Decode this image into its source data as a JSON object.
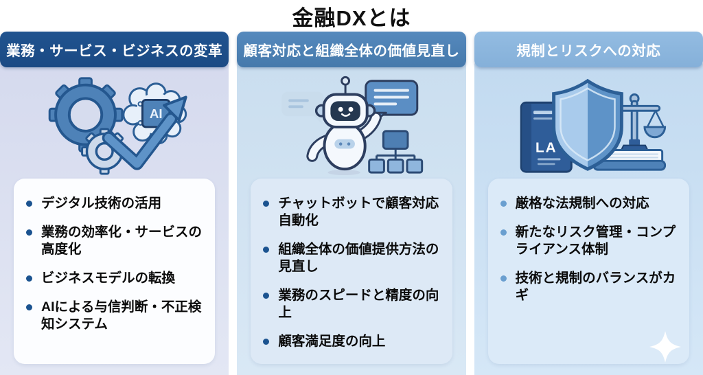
{
  "title": "金融DXとは",
  "columns": [
    {
      "header": "業務・サービス・ビジネスの変革",
      "illustration": "gears-ai-chip-growth-arrow",
      "ai_chip_label": "AI",
      "bullets": [
        "デジタル技術の活用",
        "業務の効率化・サービスの高度化",
        "ビジネスモデルの転換",
        "AIによる与信判断・不正検知システム"
      ]
    },
    {
      "header": "顧客対応と組織全体の価値見直し",
      "illustration": "chatbot-speech-bubbles-org-chart",
      "bullets": [
        "チャットボットで顧客対応自動化",
        "組織全体の価値提供方法の見直し",
        "業務のスピードと精度の向上",
        "顧客満足度の向上"
      ]
    },
    {
      "header": "規制とリスクへの対応",
      "illustration": "law-book-shield-justice-scales",
      "law_book_label": "LA",
      "bullets": [
        "厳格な法規制への対応",
        "新たなリスク管理・コンプライアンス体制",
        "技術と規制のバランスがカギ"
      ]
    }
  ],
  "colors": {
    "header_1": "#1d4d8a",
    "header_2": "#4d83b7",
    "header_3": "#8cb7de",
    "panel_1": "#dadef0",
    "panel_2": "#cfe0f0",
    "panel_3": "#c7def2",
    "card_1": "#fcfdff",
    "card_2": "#dde9f6",
    "card_3": "#dbeaf8",
    "bullet_dark": "#1b5390",
    "bullet_light": "#6a9fd0",
    "header_text": "#ffffff",
    "title_text": "#111111"
  }
}
